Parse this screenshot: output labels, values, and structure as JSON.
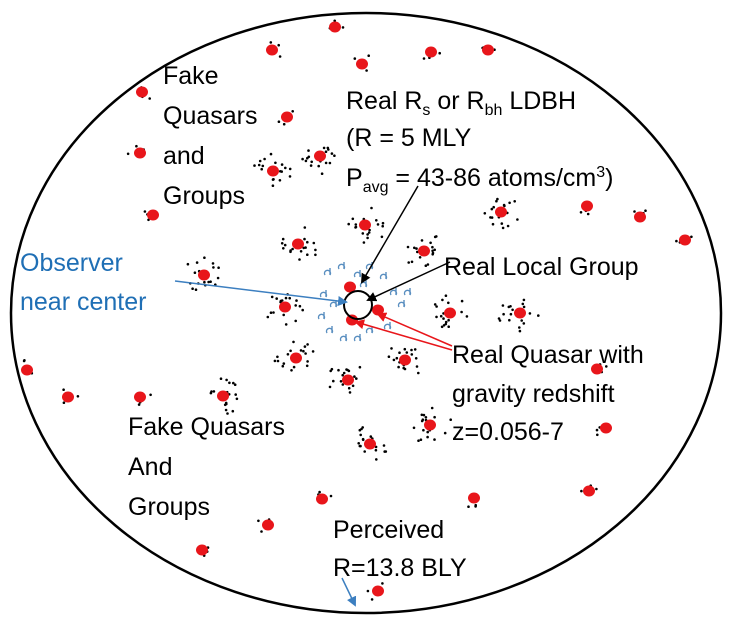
{
  "labels": {
    "fake_top": [
      "Fake",
      "Quasars",
      "and",
      "Groups"
    ],
    "real_rs": {
      "line1_a": "Real R",
      "line1_sub1": "s",
      "line1_b": " or R",
      "line1_sub2": "bh",
      "line1_c": " LDBH",
      "line2": "(R = 5 MLY",
      "line3_a": "P",
      "line3_sub": "avg",
      "line3_b": " = 43-86 atoms/cm",
      "line3_sup": "3",
      "line3_c": ")"
    },
    "observer": [
      "Observer",
      "near center"
    ],
    "local_group": "Real Local Group",
    "real_quasar": [
      "Real Quasar with",
      "gravity redshift",
      "z=0.056-7"
    ],
    "fake_bottom": [
      "Fake Quasars",
      "And",
      "Groups"
    ],
    "perceived": [
      "Perceived",
      "R=13.8 BLY"
    ]
  },
  "colors": {
    "quasar": "#e8161b",
    "black_arrow": "#000000",
    "blue_arrow": "#3c7fc0",
    "red_arrow": "#e8161b",
    "galaxy_hook": "#5a8fc0"
  }
}
